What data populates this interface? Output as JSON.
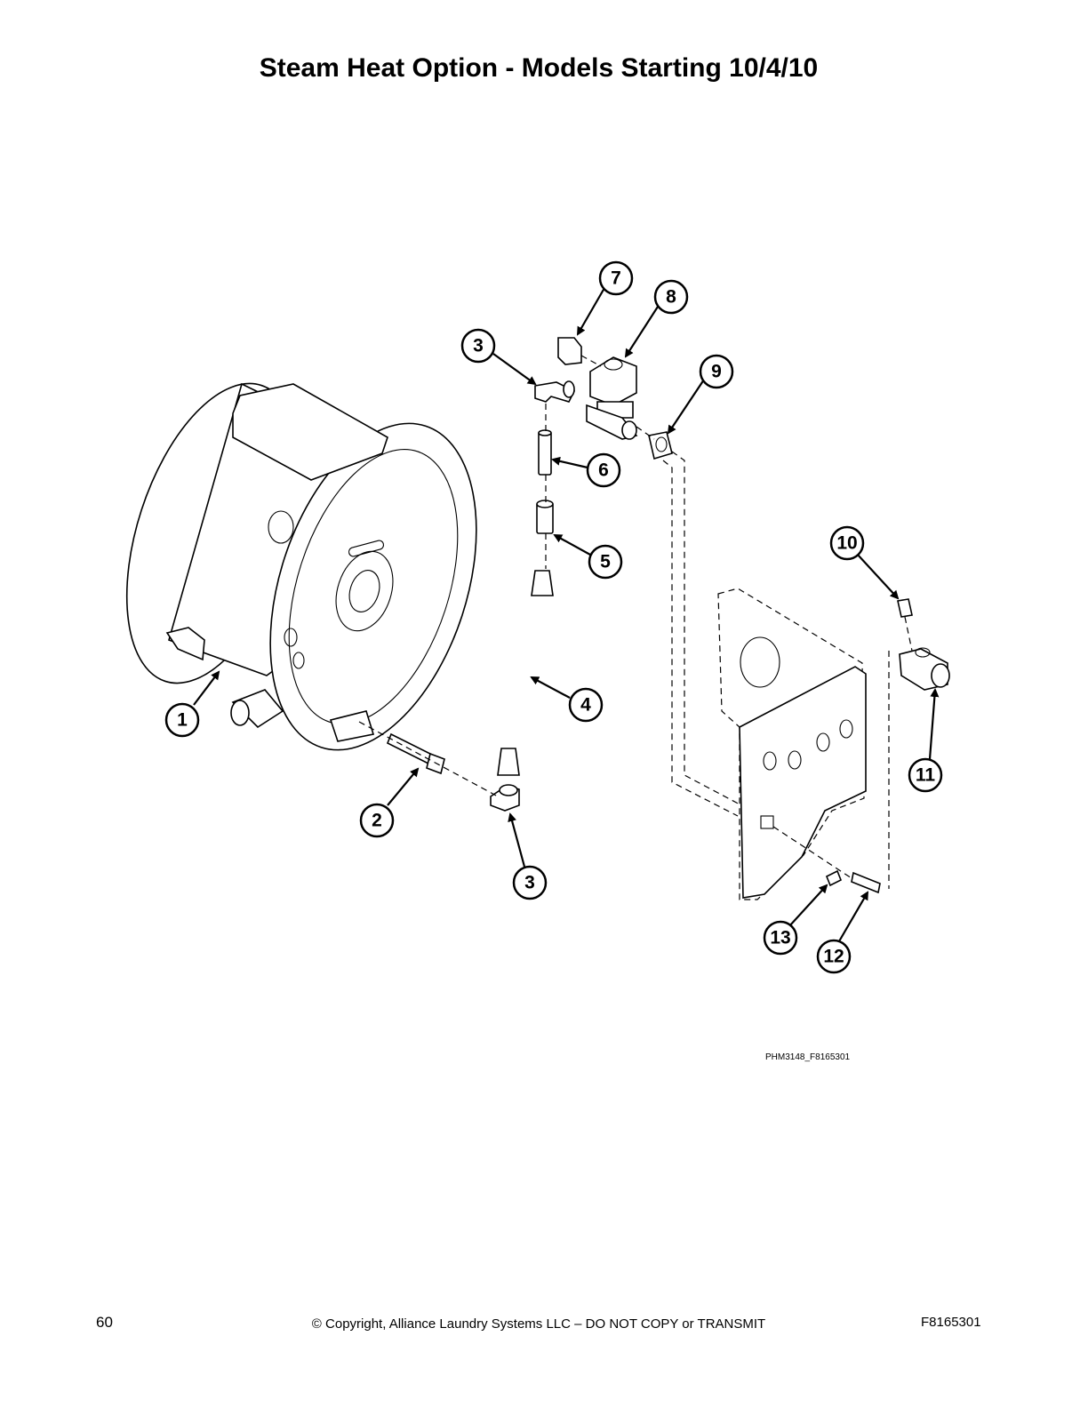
{
  "header": {
    "title": "Steam Heat Option - Models Starting 10/4/10"
  },
  "diagram": {
    "code": "PHM3148_F8165301",
    "callouts": [
      {
        "id": "c1",
        "number": "1"
      },
      {
        "id": "c2",
        "number": "2"
      },
      {
        "id": "c3a",
        "number": "3"
      },
      {
        "id": "c3b",
        "number": "3"
      },
      {
        "id": "c4",
        "number": "4"
      },
      {
        "id": "c5",
        "number": "5"
      },
      {
        "id": "c6",
        "number": "6"
      },
      {
        "id": "c7",
        "number": "7"
      },
      {
        "id": "c8",
        "number": "8"
      },
      {
        "id": "c9",
        "number": "9"
      },
      {
        "id": "c10",
        "number": "10"
      },
      {
        "id": "c11",
        "number": "11"
      },
      {
        "id": "c12",
        "number": "12"
      },
      {
        "id": "c13",
        "number": "13"
      }
    ]
  },
  "footer": {
    "page_number": "60",
    "copyright": "© Copyright, Alliance Laundry Systems LLC – DO NOT COPY or TRANSMIT",
    "doc_code": "F8165301"
  }
}
